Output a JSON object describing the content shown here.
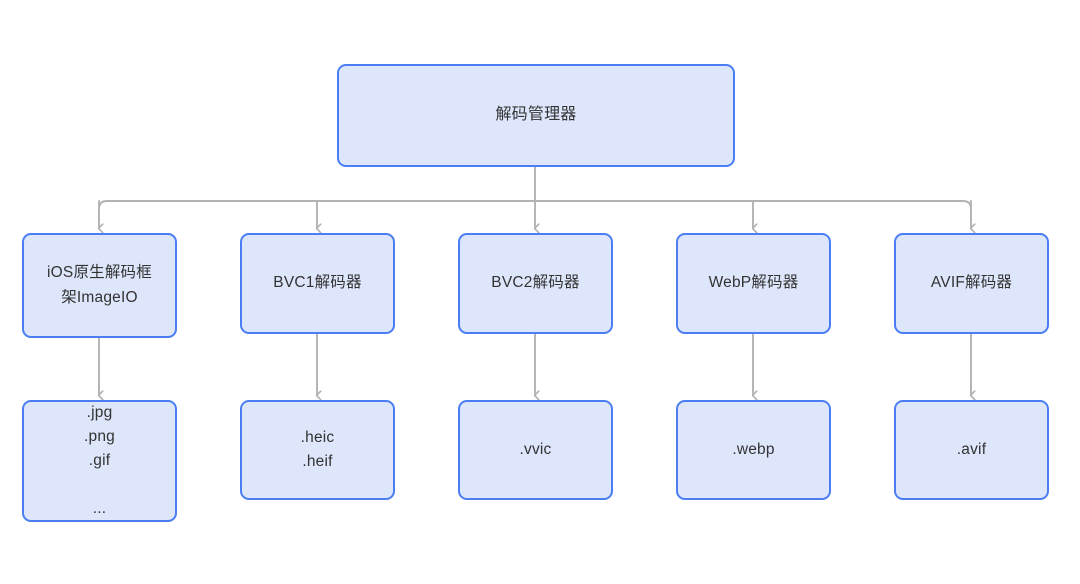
{
  "diagram": {
    "title": "解码管理器",
    "background_color": "#ffffff",
    "node_fill": "#dee6fb",
    "node_border": "#4c7ef3",
    "edge_color": "#b3b3b3",
    "text_color": "#333333",
    "root": {
      "label": "解码管理器"
    },
    "decoders": [
      {
        "label": "iOS原生解码框\n架ImageIO"
      },
      {
        "label": "BVC1解码器"
      },
      {
        "label": "BVC2解码器"
      },
      {
        "label": "WebP解码器"
      },
      {
        "label": "AVIF解码器"
      }
    ],
    "formats": [
      {
        "label": ".jpg\n.png\n.gif\n\n..."
      },
      {
        "label": ".heic\n.heif"
      },
      {
        "label": ".vvic"
      },
      {
        "label": ".webp"
      },
      {
        "label": ".avif"
      }
    ]
  }
}
